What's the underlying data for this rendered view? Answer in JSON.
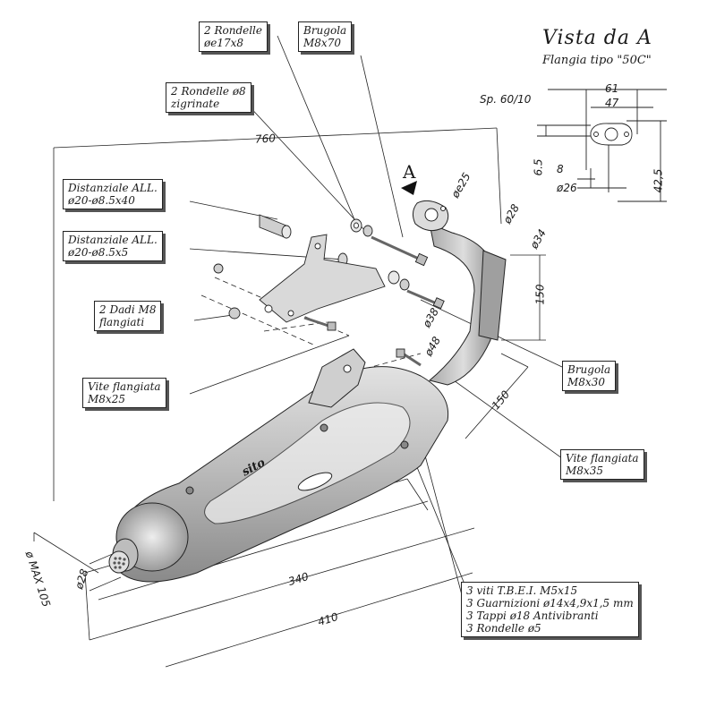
{
  "view": {
    "title": "Vista da A",
    "subtitle": "Flangia tipo \"50C\"",
    "arrow_letter": "A"
  },
  "labels": {
    "rondelle_17": [
      "2 Rondelle",
      "øe17x8"
    ],
    "brugola_70": [
      "Brugola",
      "M8x70"
    ],
    "rondelle_8": [
      "2 Rondelle ø8",
      "zigrinate"
    ],
    "dist_40": [
      "Distanziale ALL.",
      "ø20-ø8.5x40"
    ],
    "dist_5": [
      "Distanziale ALL.",
      "ø20-ø8.5x5"
    ],
    "dadi": [
      "2 Dadi M8",
      "flangiati"
    ],
    "vite_25": [
      "Vite flangiata",
      "M8x25"
    ],
    "brugola_30": [
      "Brugola",
      "M8x30"
    ],
    "vite_35": [
      "Vite flangiata",
      "M8x35"
    ],
    "kit": [
      "3 viti T.B.E.I. M5x15",
      "3 Guarnizioni ø14x4,9x1,5 mm",
      "3 Tappi ø18 Antivibranti",
      "3 Rondelle ø5"
    ]
  },
  "dimensions": {
    "d760": "760",
    "d150a": "150",
    "d150b": "150",
    "d340": "340",
    "d410": "410",
    "max105": "ø MAX 105",
    "d28_out": "ø28",
    "de25": "øe25",
    "d28": "ø28",
    "d34": "ø34",
    "d38": "ø38",
    "d48": "ø48",
    "flange_sp": "Sp. 60/10",
    "flange_61": "61",
    "flange_47": "47",
    "flange_6_5": "6.5",
    "flange_8": "8",
    "flange_26": "ø26",
    "flange_42_5": "42,5"
  },
  "brand_logo": "sito"
}
